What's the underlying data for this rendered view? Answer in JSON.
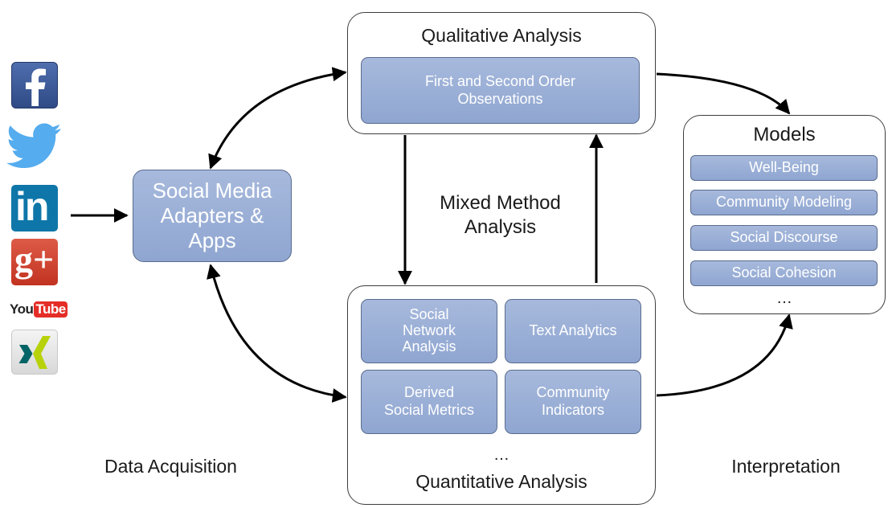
{
  "sources": {
    "icons": [
      "facebook-icon",
      "twitter-icon",
      "linkedin-icon",
      "google-plus-icon",
      "youtube-icon",
      "xing-icon"
    ],
    "linkedin_text": "in",
    "gplus_text": "g+",
    "youtube_text_1": "You",
    "youtube_text_2": "Tube"
  },
  "adapters": {
    "label": "Social Media\nAdapters &\nApps"
  },
  "qualitative": {
    "title": "Qualitative Analysis",
    "item": "First and Second Order\nObservations"
  },
  "mixed_method": {
    "label": "Mixed Method\nAnalysis"
  },
  "quantitative": {
    "title": "Quantitative Analysis",
    "ellipsis": "…",
    "items": [
      "Social\nNetwork\nAnalysis",
      "Text Analytics",
      "Derived\nSocial Metrics",
      "Community\nIndicators"
    ]
  },
  "models": {
    "title": "Models",
    "items": [
      "Well-Being",
      "Community Modeling",
      "Social Discourse",
      "Social Cohesion"
    ],
    "ellipsis": "…"
  },
  "phases": {
    "data_acquisition": "Data Acquisition",
    "interpretation": "Interpretation"
  },
  "colors": {
    "box_fill": "#97acd5",
    "box_border": "#5a6c8e",
    "container_border": "#3d3d3d",
    "facebook": "#3b5998",
    "twitter": "#55acee",
    "linkedin": "#0e76a8",
    "google_plus": "#d14836",
    "youtube": "#e52d27",
    "xing": "#026466"
  }
}
